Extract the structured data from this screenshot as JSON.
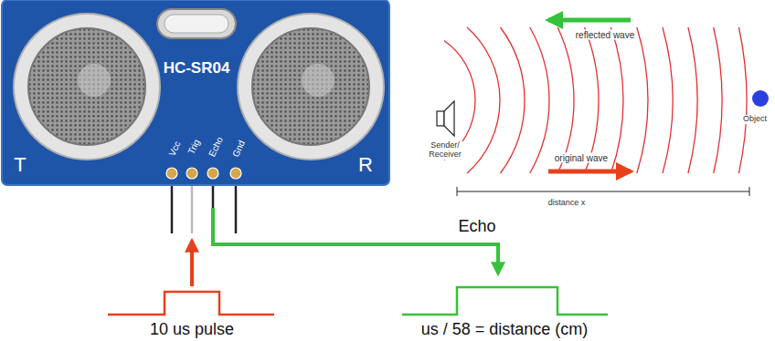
{
  "diagram": {
    "nodes": [
      {
        "text": [
          "HC-SR04",
          "T",
          "R",
          "Vcc",
          "Trig",
          "Echo",
          "Gnd"
        ]
      }
    ],
    "labels": [
      "reflected wave",
      "Sender/ Receiver",
      "Object",
      "original wave",
      "distance x",
      "Echo",
      "10 us pulse",
      "us / 58 = distance (cm)"
    ]
  }
}
